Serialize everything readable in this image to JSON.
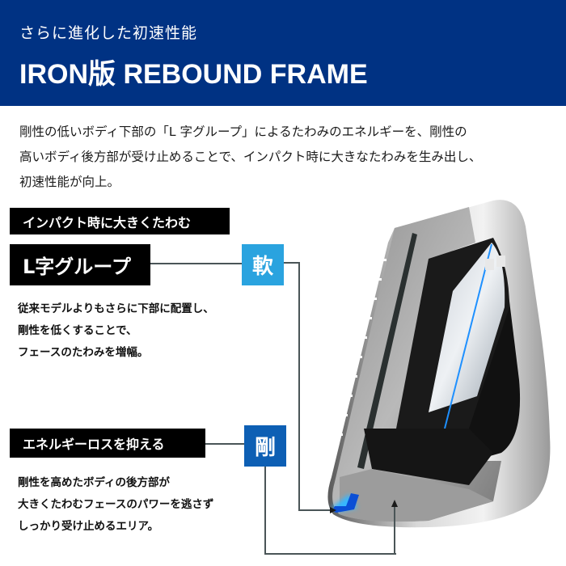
{
  "header": {
    "subtitle": "さらに進化した初速性能",
    "title": "IRON版 REBOUND FRAME",
    "background_color": "#003283"
  },
  "intro": {
    "lines": [
      "剛性の低いボディ下部の「L 字グループ」によるたわみのエネルギーを、剛性の",
      "高いボディ後方部が受け止めることで、インパクト時に大きなたわみを生み出し、",
      "初速性能が向上。"
    ]
  },
  "section_soft": {
    "heading": "インパクト時に大きくたわむ",
    "feature_label": "L字グループ",
    "badge": "軟",
    "badge_color": "#2aa3df",
    "description": [
      "従来モデルよりもさらに下部に配置し、",
      "剛性を低くすることで、",
      "フェースのたわみを増幅。"
    ]
  },
  "section_hard": {
    "feature_label": "エネルギーロスを抑える",
    "badge": "剛",
    "badge_color": "#0d5fb4",
    "description": [
      "剛性を高めたボディの後方部が",
      "大きくたわむフェースのパワーを逃さず",
      "しっかり受け止めるエリア。"
    ]
  },
  "illustration": {
    "subject": "iron-club-head-cross-section",
    "highlight_color": "#0a4fd6"
  }
}
